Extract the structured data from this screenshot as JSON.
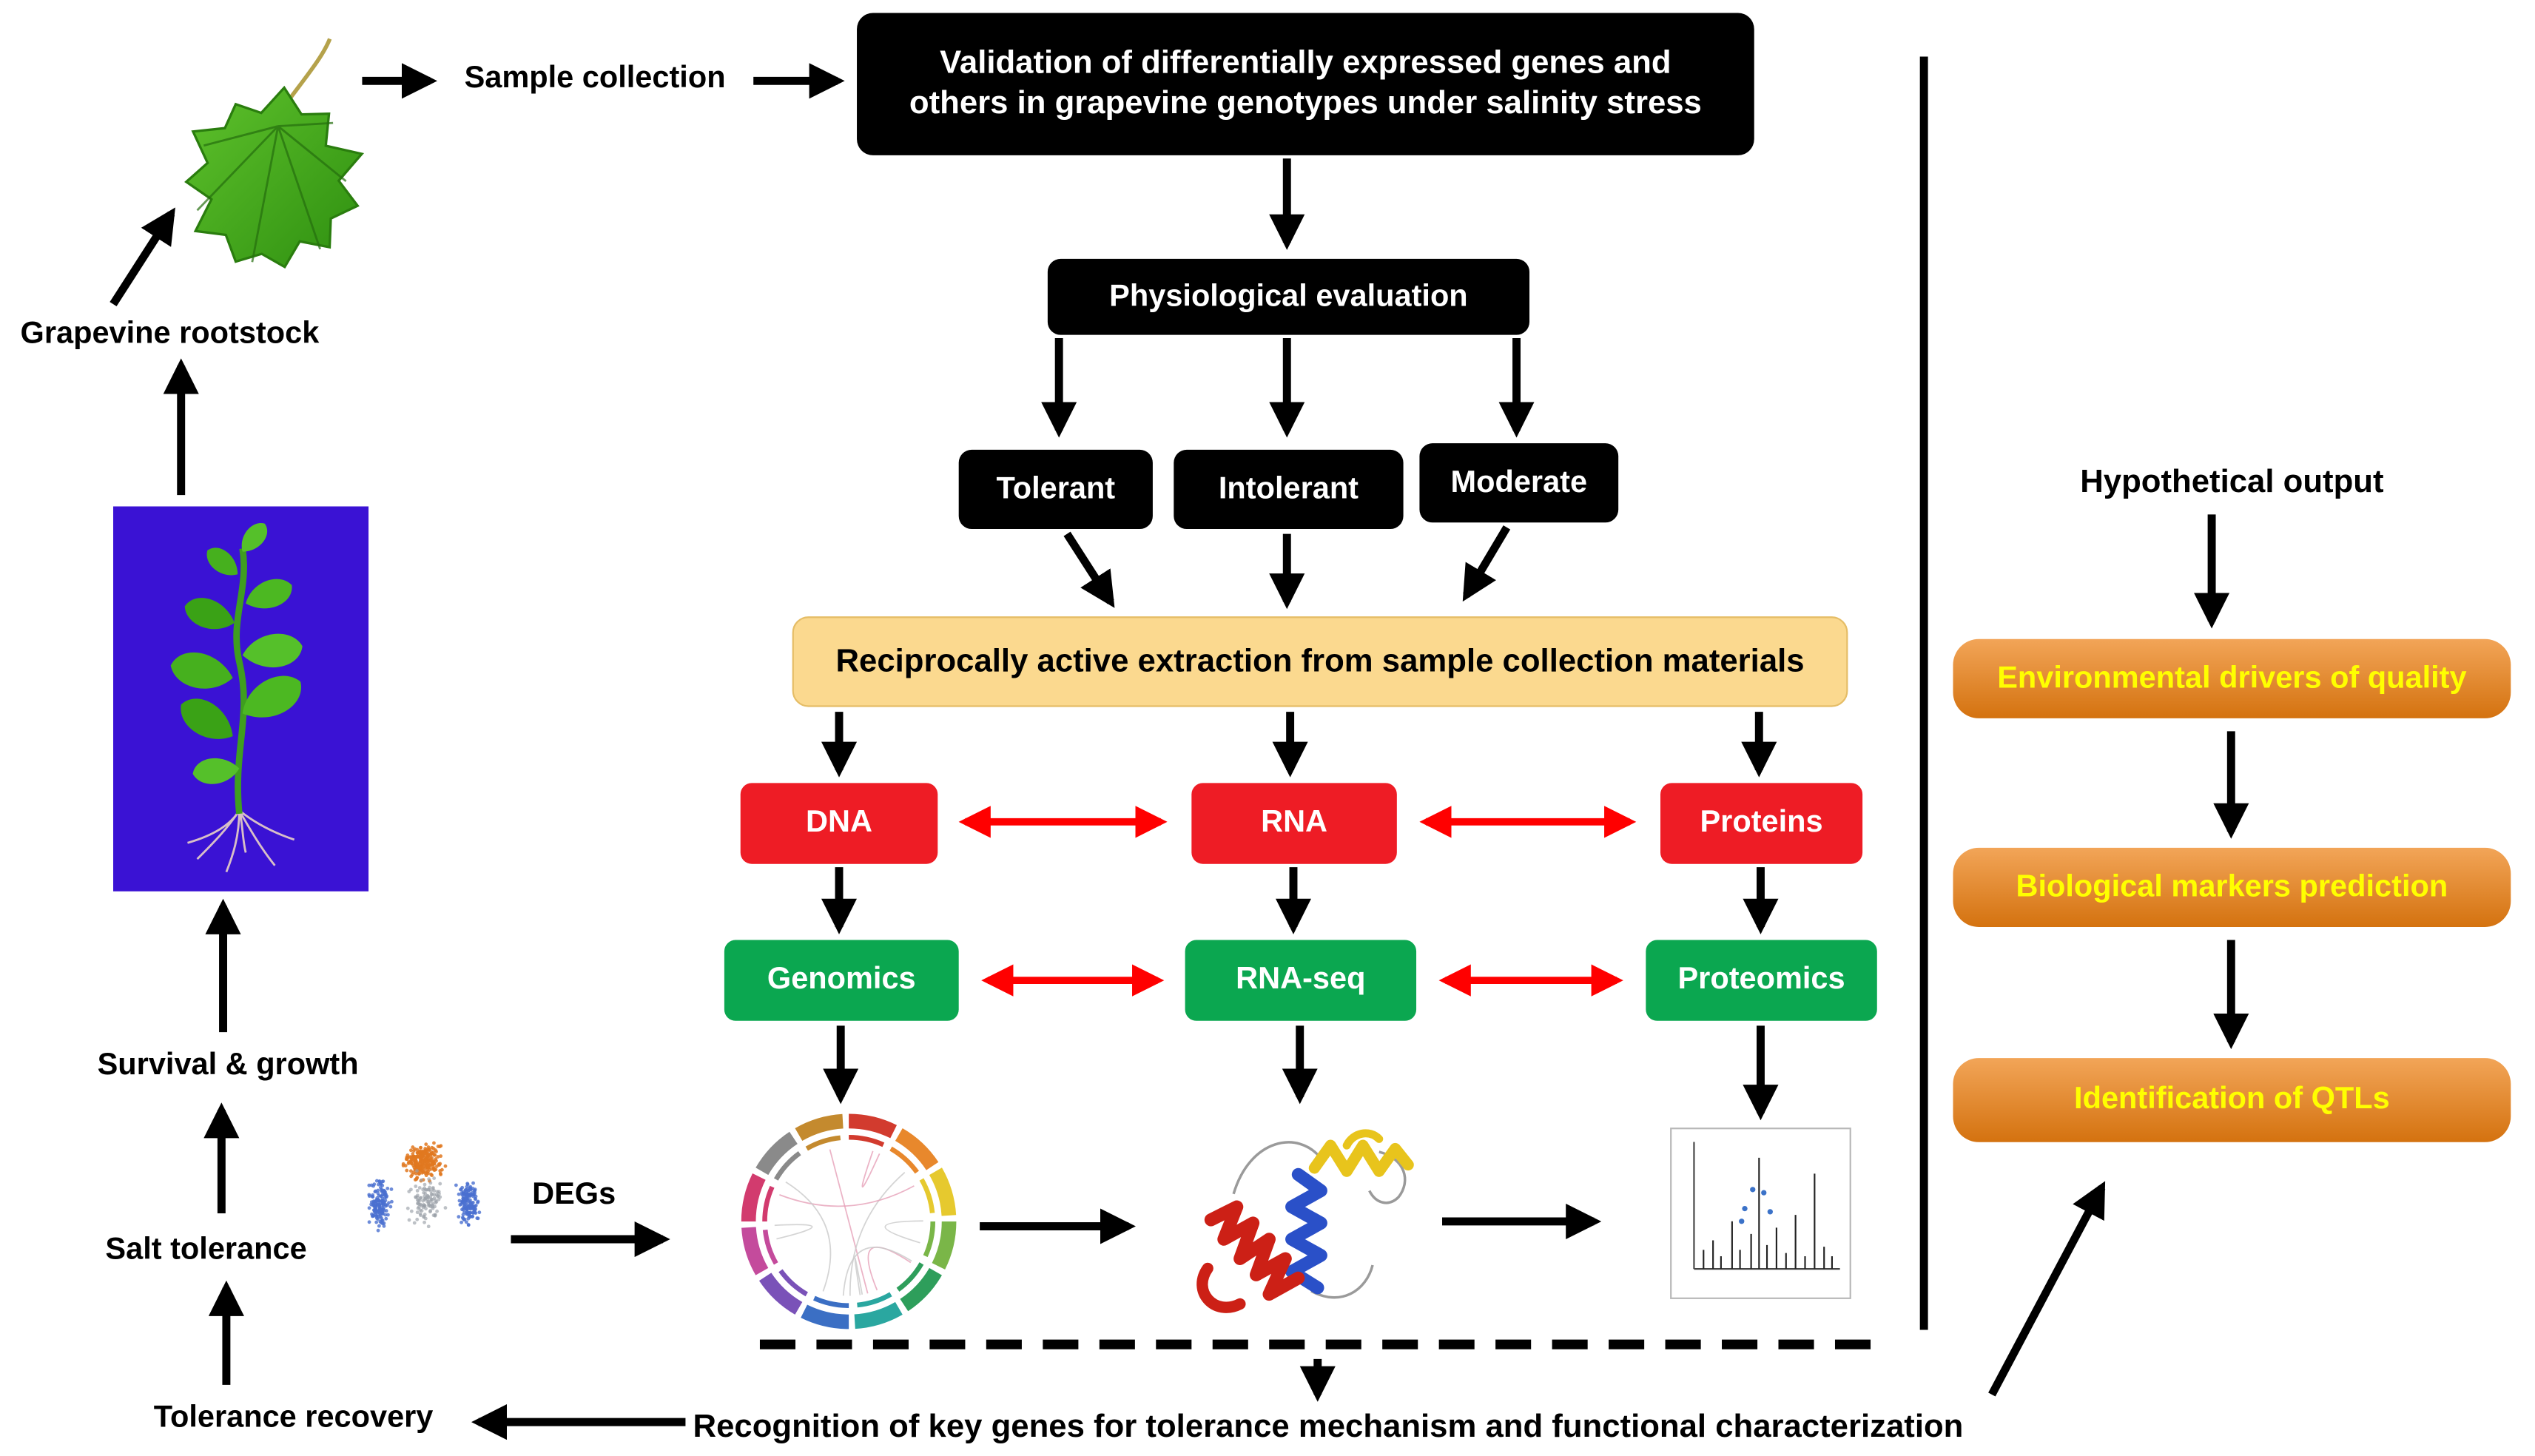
{
  "figure": {
    "left_cycle": {
      "grapevine_rootstock": "Grapevine rootstock",
      "survival_growth": "Survival & growth",
      "salt_tolerance": "Salt tolerance",
      "tolerance_recovery": "Tolerance recovery"
    },
    "top_flow": {
      "sample_collection": "Sample collection",
      "validation": "Validation of differentially expressed genes and others in grapevine genotypes under salinity stress",
      "physiological_evaluation": "Physiological evaluation",
      "groups": {
        "tolerant": "Tolerant",
        "intolerant": "Intolerant",
        "moderate": "Moderate"
      },
      "extraction": "Reciprocally active extraction from sample collection materials"
    },
    "molecules": {
      "dna": "DNA",
      "rna": "RNA",
      "proteins": "Proteins"
    },
    "omics": {
      "genomics": "Genomics",
      "rna_seq": "RNA-seq",
      "proteomics": "Proteomics"
    },
    "degs_label": "DEGs",
    "recognition": "Recognition of key genes for tolerance mechanism and functional characterization",
    "right_flow": {
      "hypothetical_output": "Hypothetical output",
      "environmental_drivers": "Environmental drivers of quality",
      "biological_markers": "Biological markers prediction",
      "identification_qtls": "Identification of QTLs"
    },
    "images": {
      "leaf": "grape-leaf",
      "seedling": "grapevine-seedling",
      "scatter": "deg-scatter-plot",
      "circos": "circular-genome-plot",
      "protein": "protein-3d-structure",
      "spectrum": "mass-spectrum"
    },
    "colors": {
      "box_black": "#000000",
      "box_red": "#ee1c25",
      "box_green": "#0ba750",
      "box_tan": "#fbd98f",
      "box_orange_top": "#f2a558",
      "box_orange_bottom": "#d4720f",
      "text_yellow": "#ffff00",
      "arrow_red": "#ff0000",
      "seedling_bg": "#3a12d4"
    }
  }
}
